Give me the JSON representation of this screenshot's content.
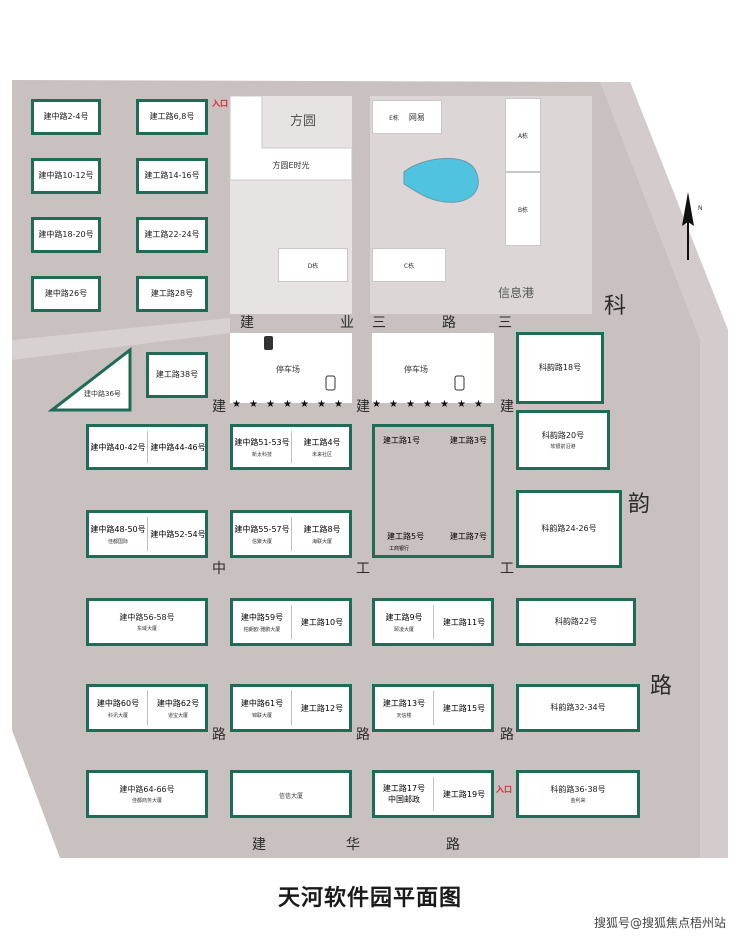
{
  "title": "天河软件园平面图",
  "watermark": "搜狐号@搜狐焦点梧州站",
  "north_label": "N",
  "entrance_label": "入口",
  "roads": {
    "jianye": [
      "建",
      "业",
      "三",
      "路",
      "三"
    ],
    "jianzhong": [
      "建",
      "中",
      "路"
    ],
    "jiangong": [
      "建",
      "工",
      "路"
    ],
    "jiangong2": [
      "建",
      "工",
      "路"
    ],
    "jianhua": [
      "建",
      "华",
      "路"
    ],
    "keyun": [
      "科",
      "韵",
      "路"
    ]
  },
  "areas": {
    "fangyuan": "方圆",
    "fangyuan_e": "方圆E时光",
    "e_building": "E栋",
    "wangyi": "网易",
    "a_building": "A栋",
    "b_building": "B栋",
    "d_building": "D栋",
    "c_building": "C栋",
    "xinxigang": "信息港",
    "parking": "停车场"
  },
  "blocks": {
    "jz24": "建中路2-4号",
    "jg68": "建工路6,8号",
    "jz1012": "建中路10-12号",
    "jg1416": "建工路14-16号",
    "jz1820": "建中路18-20号",
    "jg2224": "建工路22-24号",
    "jz26": "建中路26号",
    "jg28": "建工路28号",
    "jz36": "建中路36号",
    "jg38": "建工路38号",
    "jz4042": "建中路40-42号",
    "jz4446": "建中路44-46号",
    "jz5153": "建中路51-53号",
    "jz5153_sub": "新太科技",
    "jg4": "建工路4号",
    "jg4_sub": "未来社区",
    "jg1": "建工路1号",
    "jg3": "建工路3号",
    "jg5": "建工路5号",
    "jg5_sub": "工商银行",
    "jg7": "建工路7号",
    "ky18": "科韵路18号",
    "ky20": "科韵路20号",
    "ky20_sub": "软银前沿港",
    "jz4850": "建中路48-50号",
    "jz4850_sub": "佳都国际",
    "jz5254": "建中路52-54号",
    "jz5557": "建中路55-57号",
    "jz5557_sub": "信聚大厦",
    "jg8": "建工路8号",
    "jg8_sub": "海联大厦",
    "ky2426": "科韵路24-26号",
    "jz5658": "建中路56-58号",
    "jz5658_sub": "东域大厦",
    "jz59": "建中路59号",
    "jz59_sub": "柏朗欧·雅鹏大厦",
    "jg10": "建工路10号",
    "jg9": "建工路9号",
    "jg9_sub": "颐凌大厦",
    "jg11": "建工路11号",
    "ky22": "科韵路22号",
    "jz60": "建中路60号",
    "jz60_sub": "科讯大厦",
    "jz62": "建中路62号",
    "jz62_sub": "道宝大厦",
    "jz61": "建中路61号",
    "jz61_sub": "锦联大厦",
    "jg12": "建工路12号",
    "jg13": "建工路13号",
    "jg13_sub": "天信楼",
    "jg15": "建工路15号",
    "ky3234": "科韵路32-34号",
    "jz6466": "建中路64-66号",
    "jz6466_sub": "佳都商务大厦",
    "xinxin": "信信大厦",
    "jg17": "建工路17号",
    "jg17_sub": "中国邮政",
    "jg19": "建工路19号",
    "ky3638": "科韵路36-38号",
    "ky3638_sub": "金利来"
  }
}
